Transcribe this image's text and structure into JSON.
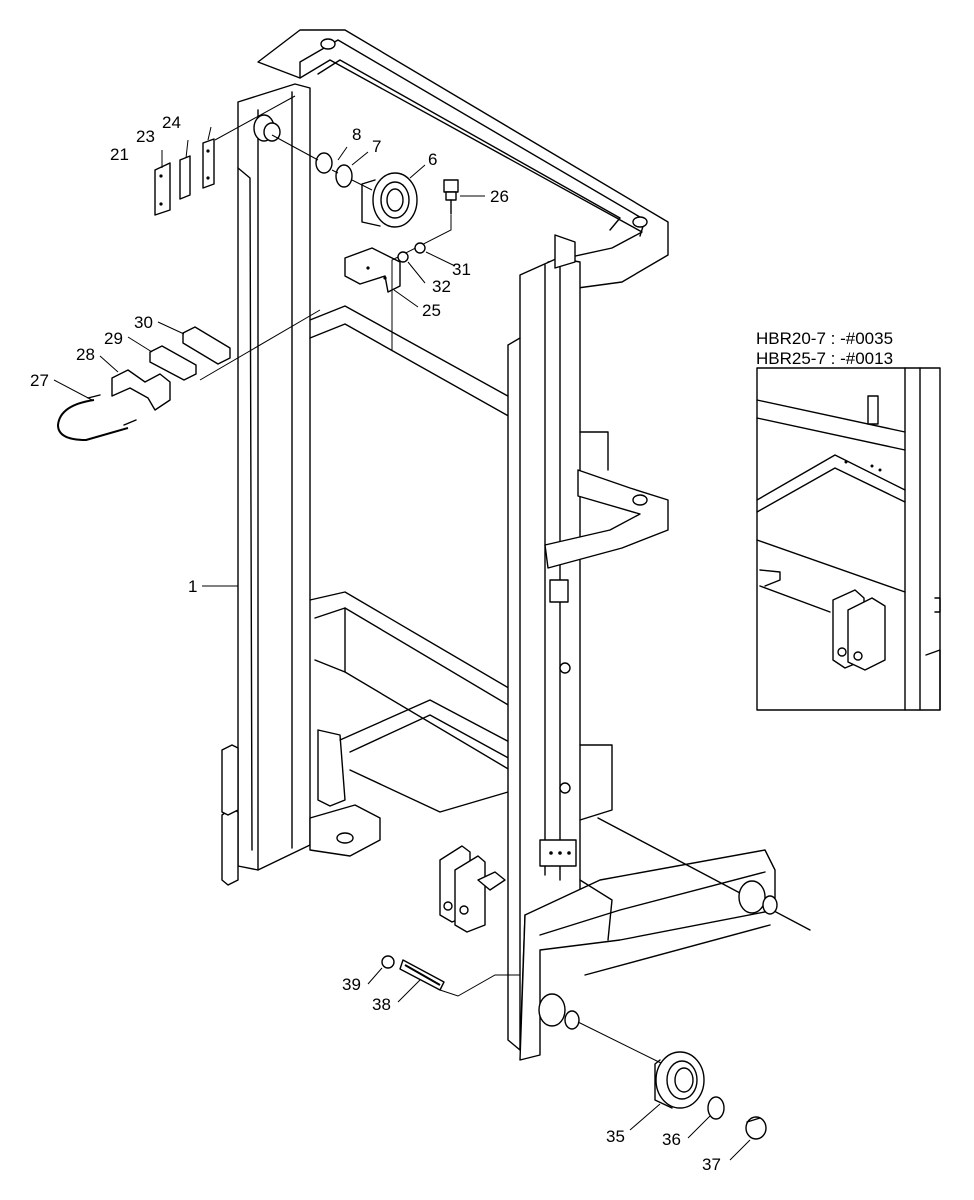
{
  "callouts": {
    "p1": "1",
    "p6": "6",
    "p7": "7",
    "p8": "8",
    "p21": "21",
    "p23": "23",
    "p24": "24",
    "p25": "25",
    "p26": "26",
    "p27": "27",
    "p28": "28",
    "p29": "29",
    "p30": "30",
    "p31": "31",
    "p32": "32",
    "p35": "35",
    "p36": "36",
    "p37": "37",
    "p38": "38",
    "p39": "39"
  },
  "inset": {
    "line1": "HBR20-7 : -#0035",
    "line2": "HBR25-7 : -#0013"
  }
}
